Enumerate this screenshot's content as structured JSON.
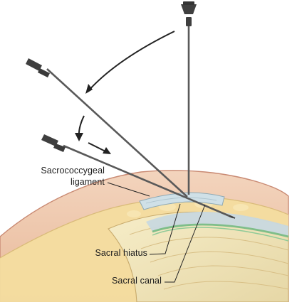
{
  "labels": {
    "sacrococcygeal_line1": "Sacrococcygeal",
    "sacrococcygeal_line2": "ligament",
    "sacral_hiatus": "Sacral hiatus",
    "sacral_canal": "Sacral canal"
  },
  "colors": {
    "skin": "#efc6a8",
    "skin_edge": "#c98a73",
    "fat": "#f4dd9f",
    "bone_outer": "#eadfb6",
    "bone_inner": "#f2e7bf",
    "canal": "#c9d9df",
    "dura": "#7fbe89",
    "ligament": "#cfe0e7",
    "needle": "#5a5a5a",
    "hub": "#3f3f3f",
    "arrow": "#222222",
    "text": "#1d1d1d"
  },
  "icons": {
    "needle_vertical": "needle-icon",
    "needle_mid": "needle-icon",
    "needle_low": "needle-icon",
    "arrow_rotate": "curved-arrow-icon",
    "arrow_down": "arrow-down-icon",
    "arrow_advance": "arrow-right-icon"
  }
}
